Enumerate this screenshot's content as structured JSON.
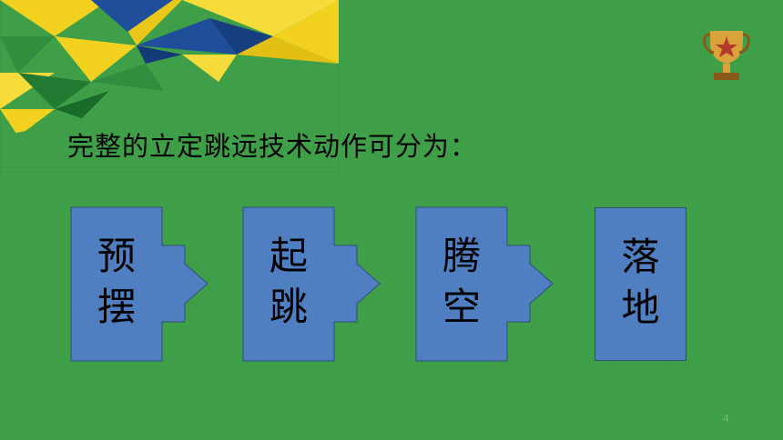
{
  "title": "完整的立定跳远技术动作可分为：",
  "steps": [
    {
      "line1": "预",
      "line2": "摆"
    },
    {
      "line1": "起",
      "line2": "跳"
    },
    {
      "line1": "腾",
      "line2": "空"
    },
    {
      "line1": "落",
      "line2": "地"
    }
  ],
  "page_number": "4",
  "colors": {
    "background": "#3f9f49",
    "box_fill": "#4f7fc0",
    "banner_yellow": "#f2d21e",
    "banner_blue": "#1f4f9a",
    "banner_green": "#2f8f3f"
  }
}
